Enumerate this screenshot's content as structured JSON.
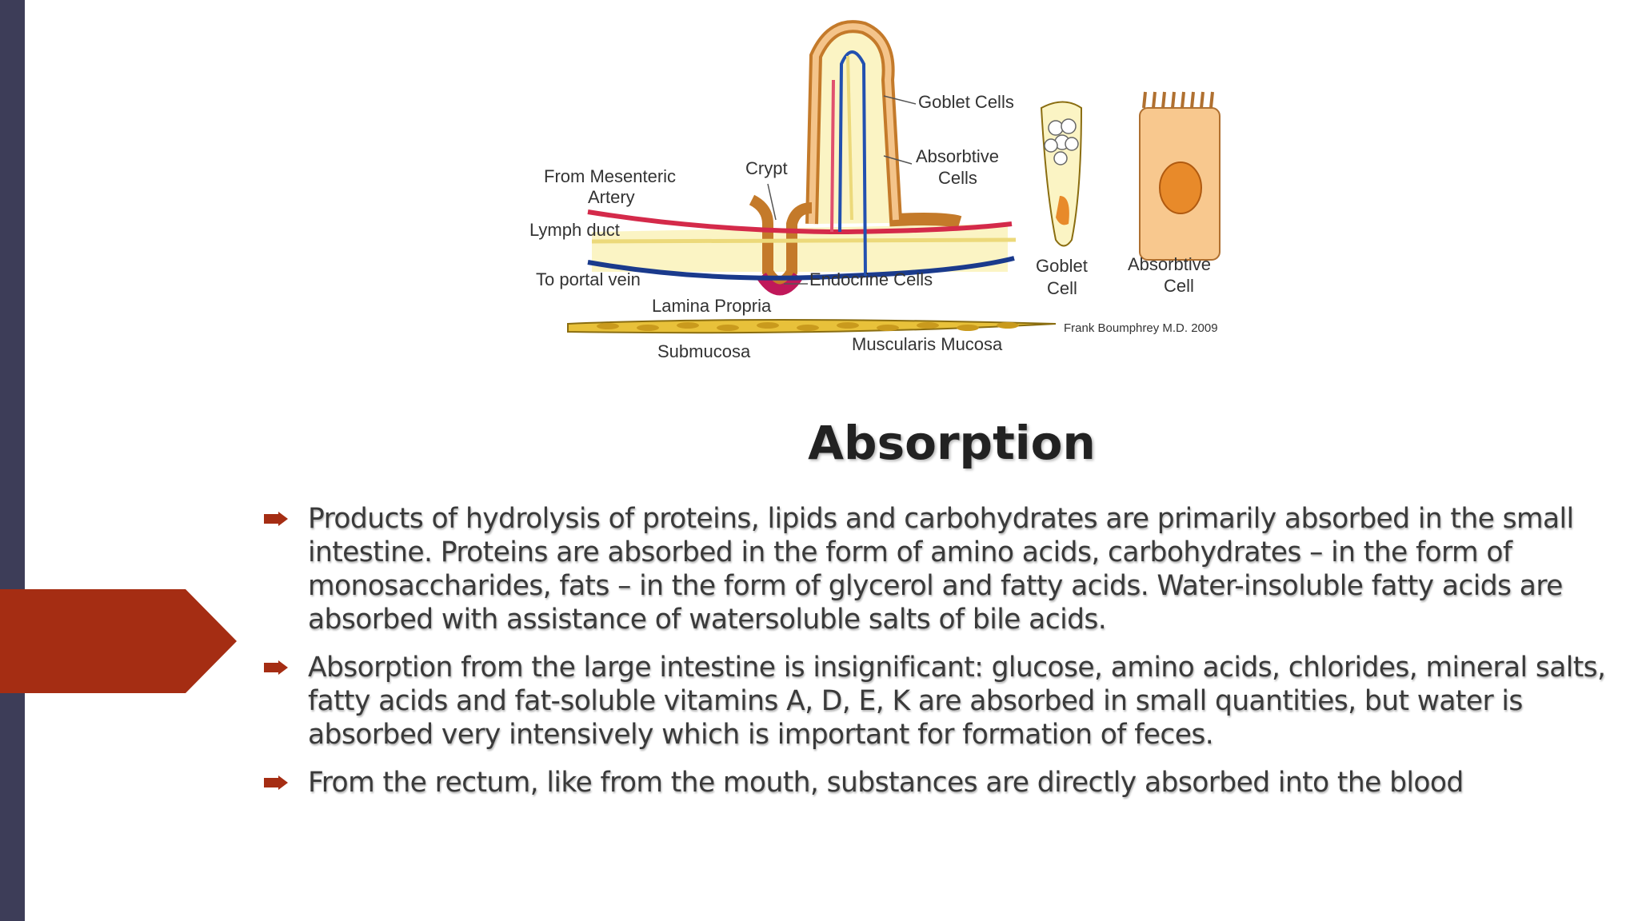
{
  "slide": {
    "title": "Absorption",
    "accent_color": "#a52d13",
    "bar_color": "#3d3d58"
  },
  "figure": {
    "labels": {
      "goblet_cells": "Goblet Cells",
      "absorbtive_cells_1": "Absorbtive",
      "absorbtive_cells_2": "Cells",
      "crypt": "Crypt",
      "from_mesenteric_1": "From Mesenteric",
      "from_mesenteric_2": "Artery",
      "lymph_duct": "Lymph duct",
      "to_portal_vein": "To portal vein",
      "endocrine_cells": "Endocrine Cells",
      "lamina_propria": "Lamina Propria",
      "submucosa": "Submucosa",
      "muscularis_mucosa": "Muscularis Mucosa",
      "goblet_cell_1": "Goblet",
      "goblet_cell_2": "Cell",
      "absorbtive_cell_1": "Absorbtive",
      "absorbtive_cell_2": "Cell",
      "credit": "Frank Boumphrey M.D. 2009"
    }
  },
  "bullets": [
    "Products of hydrolysis of proteins, lipids and carbohydrates are primarily absorbed in the small intestine. Proteins are absorbed in the form of amino acids, carbohydrates – in the form of monosaccharides, fats – in the form of glycerol and fatty acids. Water-insoluble fatty acids are absorbed with assistance of watersoluble salts of bile acids.",
    "Absorption from the large intestine is insignificant: glucose, amino acids, chlorides, mineral salts, fatty acids and fat-soluble vitamins A, D, E, K are absorbed in small quantities, but water is absorbed very intensively which is important for formation of feces.",
    "From the rectum, like from the mouth, substances are directly absorbed into the blood"
  ]
}
